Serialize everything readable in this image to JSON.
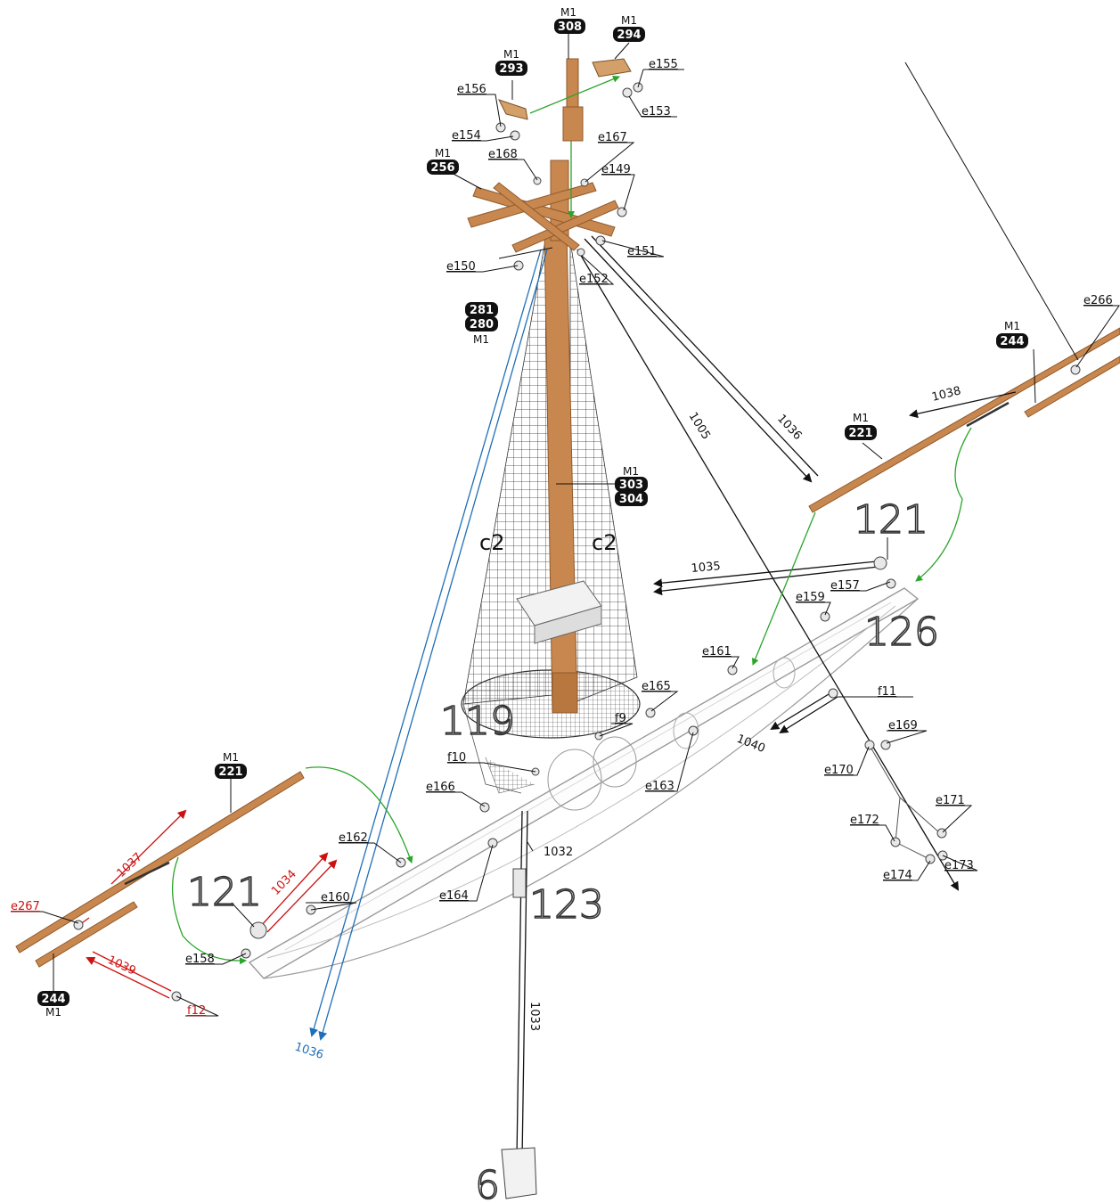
{
  "colors": {
    "wood": "#c8874e",
    "wood_dark": "#8f5a2c",
    "line_black": "#111111",
    "line_red": "#cc1111",
    "line_blue": "#1f6fb8",
    "line_green": "#2aa52a",
    "net": "#333333",
    "hull_outline": "#9a9a9a"
  },
  "parts": {
    "p308": {
      "prefix": "M1",
      "num": "308"
    },
    "p294": {
      "prefix": "M1",
      "num": "294"
    },
    "p293": {
      "prefix": "M1",
      "num": "293"
    },
    "p256": {
      "prefix": "M1",
      "num": "256"
    },
    "p281_280": {
      "prefix": "M1",
      "num_a": "281",
      "num_b": "280"
    },
    "p303_304": {
      "prefix": "M1",
      "num_a": "303",
      "num_b": "304"
    },
    "p244_right": {
      "prefix": "M1",
      "num": "244"
    },
    "p221_right": {
      "prefix": "M1",
      "num": "221"
    },
    "p221_left": {
      "prefix": "M1",
      "num": "221"
    },
    "p244_left": {
      "prefix": "M1",
      "num": "244"
    }
  },
  "element_labels": {
    "e155": "e155",
    "e153": "e153",
    "e156": "e156",
    "e154": "e154",
    "e167": "e167",
    "e168": "e168",
    "e149": "e149",
    "e151": "e151",
    "e150": "e150",
    "e152": "e152",
    "e266": "e266",
    "e157": "e157",
    "e159": "e159",
    "e161": "e161",
    "e165": "e165",
    "f11": "f11",
    "f9": "f9",
    "f10": "f10",
    "e169": "e169",
    "e170": "e170",
    "e163": "e163",
    "e166": "e166",
    "e171": "e171",
    "e172": "e172",
    "e173": "e173",
    "e174": "e174",
    "e162": "e162",
    "e164": "e164",
    "e160": "e160",
    "e158": "e158",
    "e267": "e267",
    "f12": "f12"
  },
  "line_labels": {
    "l1005": "1005",
    "l1036": "1036",
    "l1038": "1038",
    "l1035": "1035",
    "l1040": "1040",
    "l1032": "1032",
    "l1033": "1033",
    "l1037": "1037",
    "l1034": "1034",
    "l1039": "1039",
    "l1036_blue": "1036"
  },
  "step_numbers": {
    "s121_right": "121",
    "s126": "126",
    "s119": "119",
    "s121_left": "121",
    "s123": "123",
    "s6": "6"
  },
  "rigging_labels": {
    "c2_left": "c2",
    "c2_right": "c2"
  }
}
